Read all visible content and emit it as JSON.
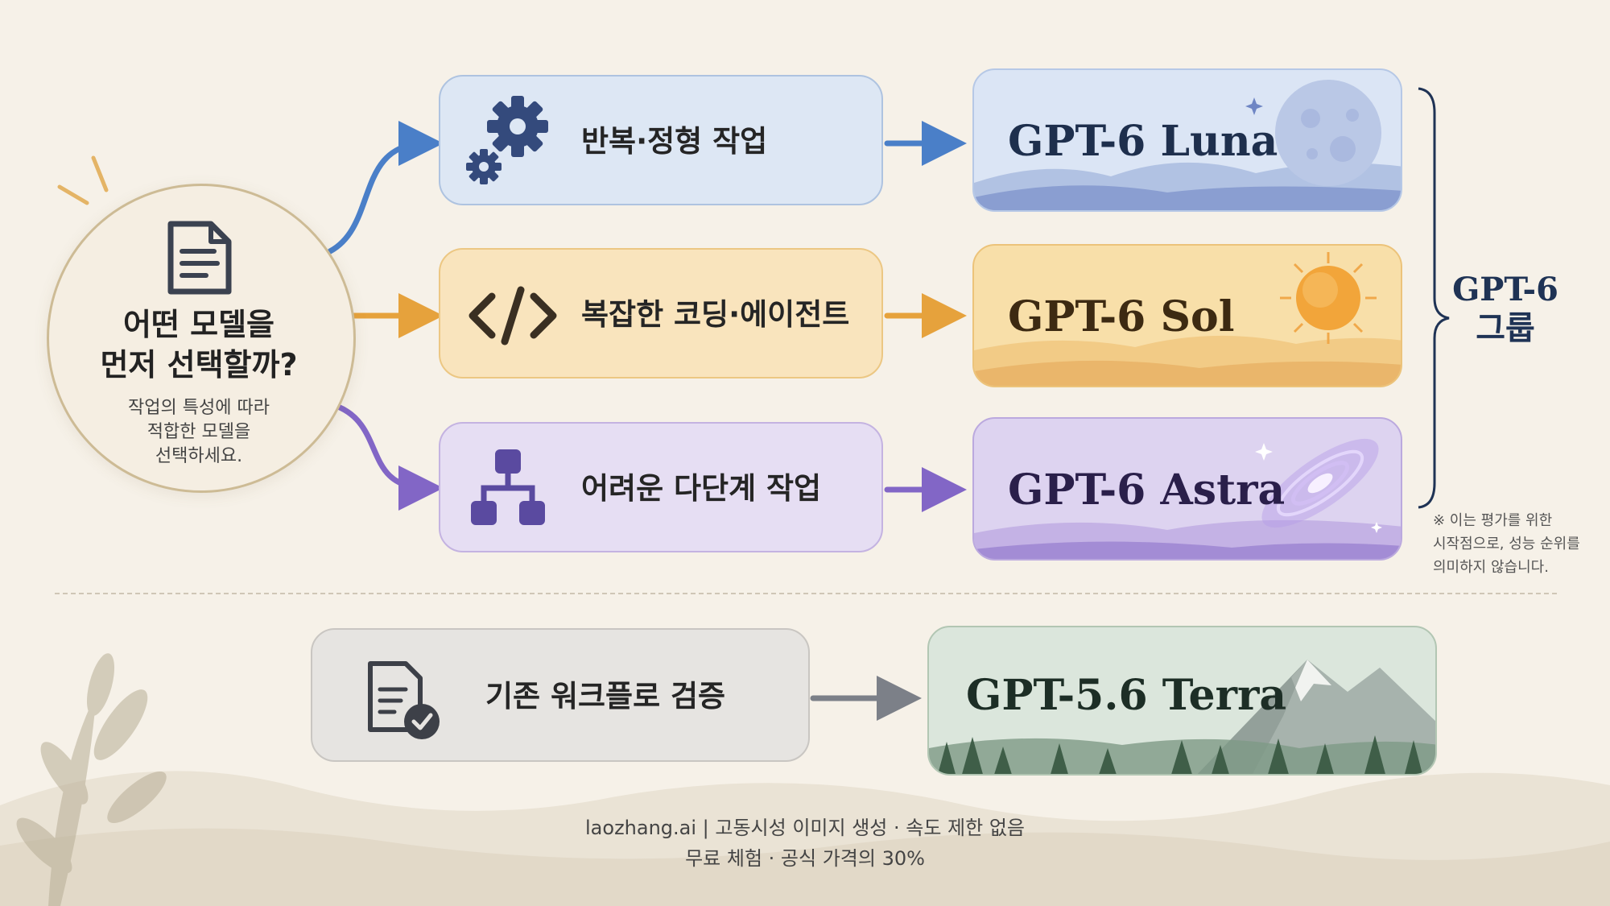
{
  "start": {
    "title": "어떤 모델을\n먼저 선택할까?",
    "subtitle": "작업의 특성에 따라\n적합한 모델을\n선택하세요."
  },
  "tasks": [
    {
      "label": "반복·정형 작업",
      "icon": "gears-icon"
    },
    {
      "label": "복잡한 코딩·에이전트",
      "icon": "code-icon"
    },
    {
      "label": "어려운 다단계 작업",
      "icon": "hierarchy-icon"
    },
    {
      "label": "기존 워크플로 검증",
      "icon": "document-check-icon"
    }
  ],
  "models": [
    {
      "name": "GPT-6 Luna",
      "illustration": "moon-icon"
    },
    {
      "name": "GPT-6 Sol",
      "illustration": "sun-icon"
    },
    {
      "name": "GPT-6 Astra",
      "illustration": "galaxy-icon"
    },
    {
      "name": "GPT-5.6 Terra",
      "illustration": "mountain-icon"
    }
  ],
  "group": {
    "label": "GPT-6\n그룹",
    "note": "※ 이는 평가를 위한\n시작점으로, 성능 순위를\n의미하지 않습니다."
  },
  "footer": {
    "line1": "laozhang.ai  |  고동시성 이미지 생성 · 속도 제한 없음",
    "line2": "무료 체험 · 공식 가격의 30%"
  },
  "colors": {
    "blue": "#4a7fc8",
    "orange": "#e6a23c",
    "purple": "#8266c6",
    "gray": "#7c8088",
    "group_navy": "#1f3355"
  }
}
